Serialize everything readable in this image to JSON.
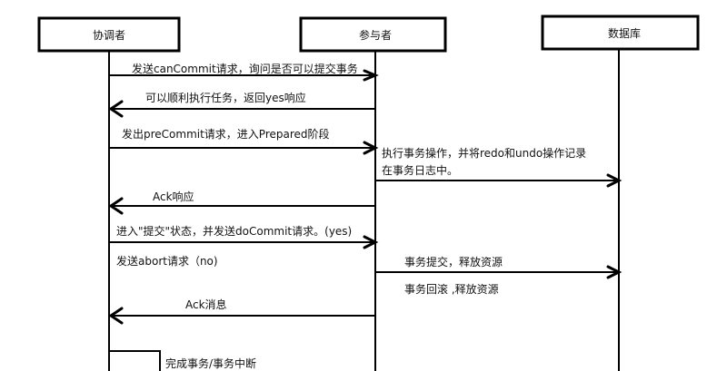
{
  "participants": {
    "coordinator": "协调者",
    "participant": "参与者",
    "database": "数据库"
  },
  "messages": {
    "m1": "发送canCommit请求，询问是否可以提交事务",
    "m2": "可以顺利执行任务，返回yes响应",
    "m3": "发出preCommit请求，进入Prepared阶段",
    "m4_line1": "执行事务操作，并将redo和undo操作记录",
    "m4_line2": "在事务日志中。",
    "m5": "Ack响应",
    "m6": "进入\"提交\"状态，并发送doCommit请求。(yes)",
    "m7": "发送abort请求（no)",
    "m8a": "事务提交，释放资源",
    "m8b": "事务回滚 ,释放资源",
    "m9": "Ack消息",
    "m10": "完成事务/事务中断"
  }
}
